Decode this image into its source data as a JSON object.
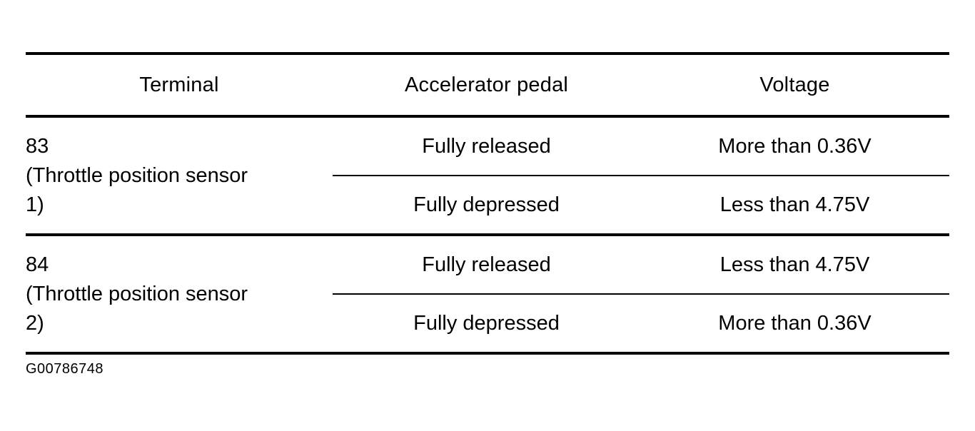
{
  "figure": {
    "caption": "G00786748"
  },
  "table": {
    "columns": [
      {
        "key": "terminal",
        "label": "Terminal"
      },
      {
        "key": "pedal",
        "label": "Accelerator pedal"
      },
      {
        "key": "voltage",
        "label": "Voltage"
      }
    ],
    "groups": [
      {
        "terminal_lines": [
          "83",
          "(Throttle position sensor",
          "1)"
        ],
        "rows": [
          {
            "pedal": "Fully released",
            "voltage": "More than 0.36V"
          },
          {
            "pedal": "Fully depressed",
            "voltage": "Less than 4.75V"
          }
        ]
      },
      {
        "terminal_lines": [
          "84",
          "(Throttle position sensor",
          "2)"
        ],
        "rows": [
          {
            "pedal": "Fully released",
            "voltage": "Less than 4.75V"
          },
          {
            "pedal": "Fully depressed",
            "voltage": "More than 0.36V"
          }
        ]
      }
    ]
  }
}
